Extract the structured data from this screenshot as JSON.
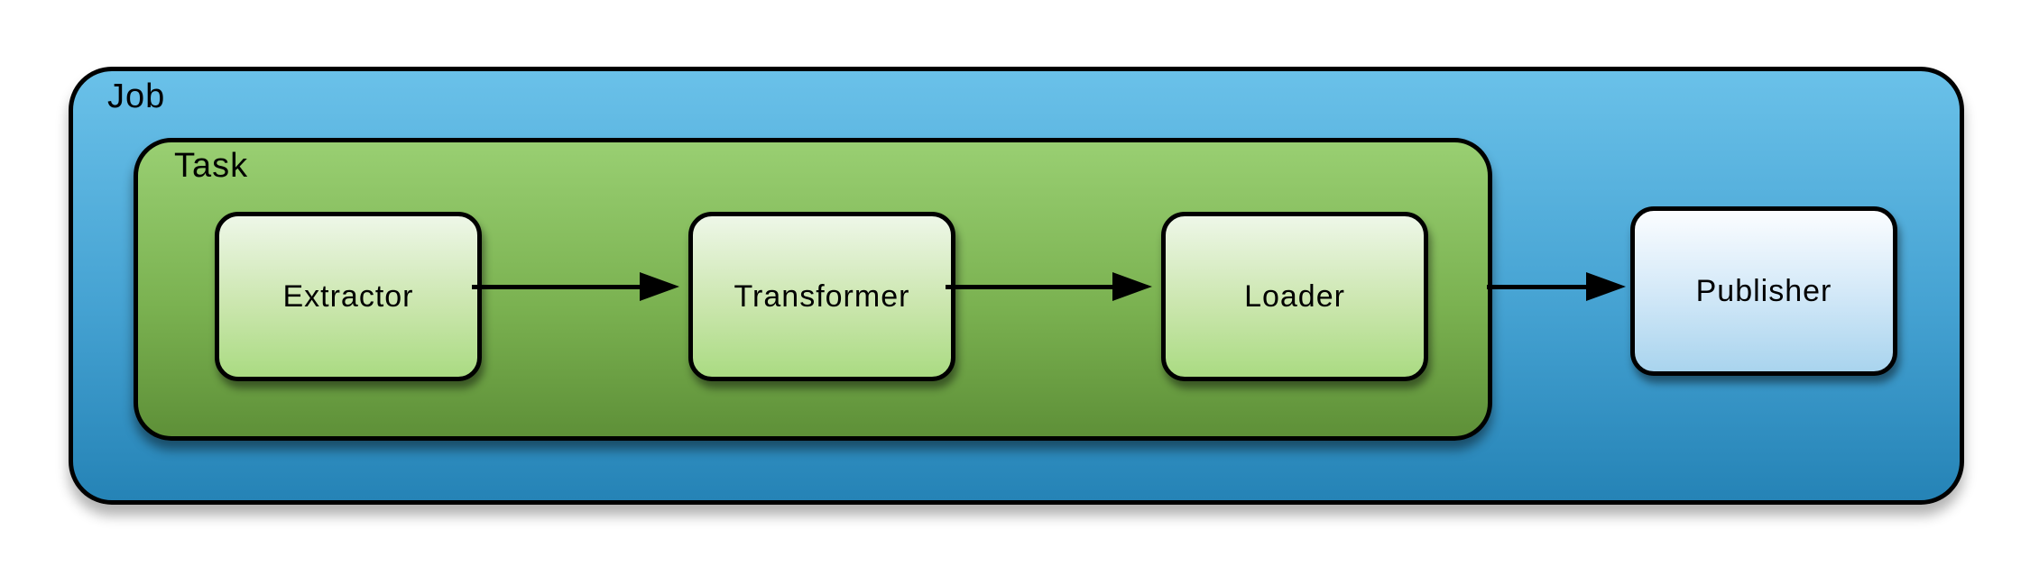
{
  "diagram": {
    "stroke_color": "#000000",
    "background_color": "#ffffff",
    "job": {
      "label": "Job",
      "fill_top": "#6AC1E9",
      "fill_bottom": "#2583B6"
    },
    "task": {
      "label": "Task",
      "fill_top": "#99CF72",
      "fill_bottom": "#5E9038"
    },
    "nodes": [
      {
        "id": "extractor",
        "label": "Extractor",
        "container": "task",
        "fill_top": "#EEF7E8",
        "fill_bottom": "#AADB82"
      },
      {
        "id": "transformer",
        "label": "Transformer",
        "container": "task",
        "fill_top": "#EEF7E8",
        "fill_bottom": "#AADB82"
      },
      {
        "id": "loader",
        "label": "Loader",
        "container": "task",
        "fill_top": "#EEF7E8",
        "fill_bottom": "#AADB82"
      },
      {
        "id": "publisher",
        "label": "Publisher",
        "container": "job",
        "fill_top": "#FBFDFF",
        "fill_bottom": "#A9D4EE"
      }
    ],
    "connections": [
      {
        "from": "extractor",
        "to": "transformer"
      },
      {
        "from": "transformer",
        "to": "loader"
      },
      {
        "from": "loader",
        "to": "publisher"
      }
    ]
  }
}
